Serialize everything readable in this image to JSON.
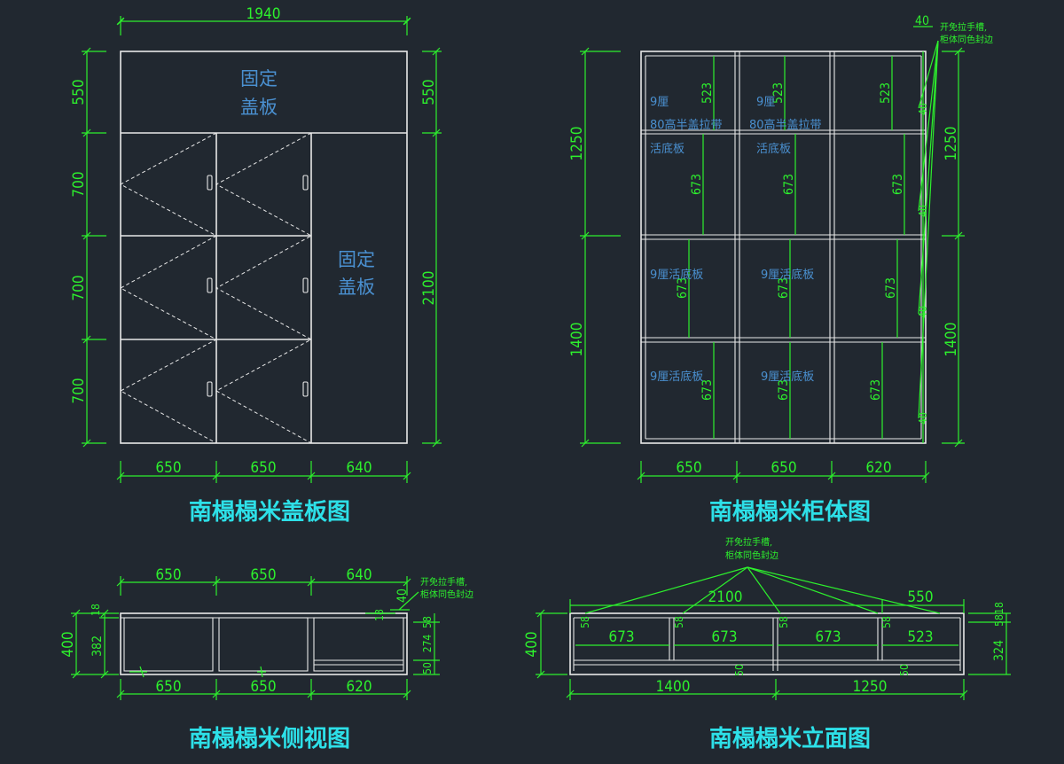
{
  "cover_view": {
    "title": "南榻榻米盖板图",
    "width_total": "1940",
    "top_height_left": "550",
    "top_height_right": "550",
    "row_heights": [
      "700",
      "700",
      "700"
    ],
    "right_height": "2100",
    "bottom_widths": [
      "650",
      "650",
      "640"
    ],
    "fixed_top_label": [
      "固定",
      "盖板"
    ],
    "fixed_side_label": [
      "固定",
      "盖板"
    ]
  },
  "cabinet_view": {
    "title": "南榻榻米柜体图",
    "left_heights": [
      "1250",
      "1400"
    ],
    "right_heights": [
      "1250",
      "1400"
    ],
    "bottom_widths": [
      "650",
      "650",
      "620"
    ],
    "inner_heights_row1": [
      "523",
      "523",
      "523"
    ],
    "inner_heights_row2": [
      "673",
      "673",
      "673"
    ],
    "inner_heights_row3": [
      "673",
      "673",
      "673"
    ],
    "inner_heights_row4": [
      "673",
      "673",
      "673"
    ],
    "gaps": [
      "40",
      "40",
      "40",
      "40",
      "40",
      "40"
    ],
    "notes_col1": [
      "9厘",
      "80高半盖拉带",
      "活底板"
    ],
    "notes_col2": [
      "9厘",
      "80高半盖拉带",
      "活底板"
    ],
    "notes_row3": [
      "9厘活底板",
      "9厘活底板"
    ],
    "notes_row4": [
      "9厘活底板",
      "9厘活底板"
    ],
    "callout": [
      "开免拉手槽,",
      "柜体同色封边"
    ]
  },
  "side_view": {
    "title": "南榻榻米侧视图",
    "top_widths": [
      "650",
      "650",
      "640"
    ],
    "bottom_widths": [
      "650",
      "650",
      "620"
    ],
    "left_dims": [
      "400",
      "382",
      "18"
    ],
    "top_small": "40",
    "small_18": "18",
    "right_dims": [
      "58",
      "274",
      "50"
    ],
    "callout": [
      "开免拉手槽,",
      "柜体同色封边"
    ]
  },
  "elevation_view": {
    "title": "南榻榻米立面图",
    "top_widths": [
      "2100",
      "550"
    ],
    "inner_widths": [
      "673",
      "673",
      "673",
      "523"
    ],
    "small_58": [
      "58",
      "58",
      "58",
      "58"
    ],
    "bottom_widths": [
      "1400",
      "1250"
    ],
    "left_dim": "400",
    "right_dims": [
      "58",
      "18",
      "324"
    ],
    "mid_50": [
      "50",
      "50"
    ],
    "callout": [
      "开免拉手槽,",
      "柜体同色封边"
    ]
  }
}
